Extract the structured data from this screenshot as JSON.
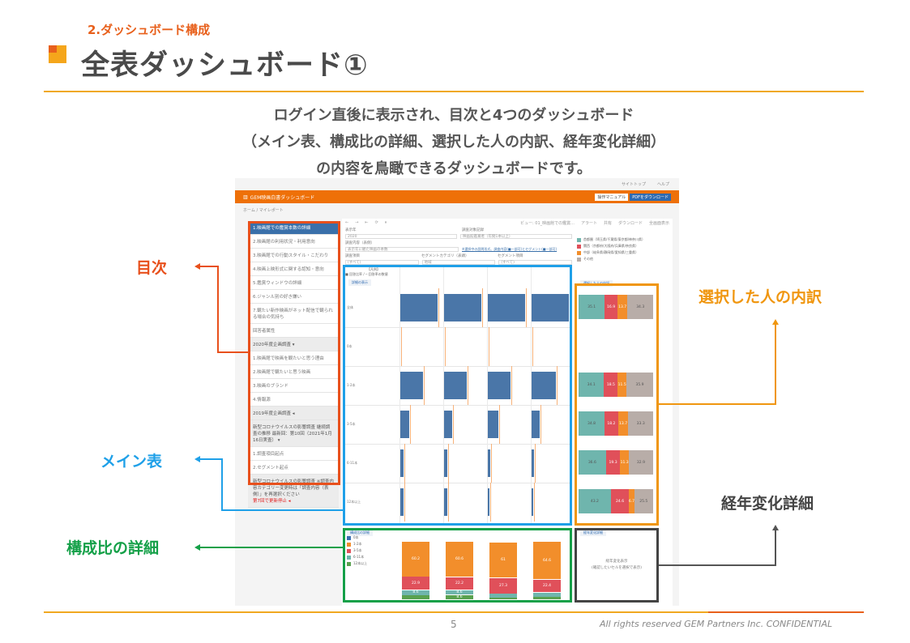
{
  "slide": {
    "section": "2.ダッシュボード構成",
    "title": "全表ダッシュボード①",
    "description": [
      "ログイン直後に表示され、目次と4つのダッシュボード",
      "（メイン表、構成比の詳細、選択した人の内訳、経年変化詳細）",
      "の内容を鳥瞰できるダッシュボードです。"
    ],
    "page_number": "5",
    "copyright": "All rights reserved GEM Partners Inc. CONFIDENTIAL",
    "colors": {
      "accent_orange": "#e8601c",
      "accent_yellow": "#f0a820"
    }
  },
  "annotations": {
    "toc": {
      "label": "目次",
      "color": "#e8501c"
    },
    "main_table": {
      "label": "メイン表",
      "color": "#1fa0e8"
    },
    "composition": {
      "label": "構成比の詳細",
      "color": "#14a048"
    },
    "selected_breakdown": {
      "label": "選択した人の内訳",
      "color": "#f0960f"
    },
    "yearly_change": {
      "label": "経年変化詳細",
      "color": "#444444"
    }
  },
  "app": {
    "top_links": [
      "サイトトップ",
      "ヘルプ"
    ],
    "title": "GEM映画白書ダッシュボード",
    "manual_button": "操作マニュアル",
    "pdf_button": "PDFをダウンロード",
    "breadcrumb": "ホーム / マイレポート",
    "toolbar": {
      "view": "ビュー: 01_映画館での鑑賞...",
      "alert": "アラート",
      "share": "共有",
      "download": "ダウンロード",
      "fullscreen": "全画面表示"
    },
    "filters": {
      "display_year_label": "表示年",
      "display_year": "2020",
      "target_label": "調査対象記録",
      "target": "映画館鑑賞者（年間1本以上）",
      "content_label": "調査内容（表側）",
      "content": "表示年に観た映画の本数",
      "note": "※選択中の設問形式、調査内容(■一部可)とセグメント(■一部可)",
      "item_label": "調査項目",
      "item": "(すべて)",
      "segment_cat_label": "セグメントカテゴリ（表頭）",
      "segment_cat": "地域",
      "segment_item_label": "セグメント項目",
      "segment_item": "(すべて)"
    },
    "legend": [
      {
        "label": "首都圏（埼玉県/千葉県/東京都/神奈川県）",
        "color": "#6fb5ad"
      },
      {
        "label": "関西（京都府/大阪府/兵庫県/奈良県）",
        "color": "#e0505a"
      },
      {
        "label": "中部（岐阜県/静岡県/愛知県/三重県）",
        "color": "#f28e2b"
      },
      {
        "label": "その他",
        "color": "#b8ada8"
      }
    ],
    "toc_items": [
      {
        "label": "1.映画館での鑑賞本数の詳細",
        "type": "active"
      },
      {
        "label": "2.映画館の利用状況・利用意向",
        "type": "item"
      },
      {
        "label": "3.映画館での行動スタイル・こだわり",
        "type": "item"
      },
      {
        "label": "4.映画上映形式に関する認知・意向",
        "type": "item"
      },
      {
        "label": "5.鑑賞ウィンドウの詳細",
        "type": "item"
      },
      {
        "label": "6.ジャンル別の好き嫌い",
        "type": "item"
      },
      {
        "label": "7.観たい新作映画がネット配信で観られる場合の気持ち",
        "type": "item"
      },
      {
        "label": "回答者属性",
        "type": "item"
      },
      {
        "label": "2020年度企画調査 ▾",
        "type": "group"
      },
      {
        "label": "1.映画館で映画を観たいと思う理由",
        "type": "item"
      },
      {
        "label": "2.映画館で観たいと思う映画",
        "type": "item"
      },
      {
        "label": "3.映画のブランド",
        "type": "item"
      },
      {
        "label": "4.情報源",
        "type": "item"
      },
      {
        "label": "2019年度企画調査 ◂",
        "type": "group"
      },
      {
        "label": "新型コロナウイルスの影響調査 継続調査の推移 最新回：第10回（2021年1月16日実査） ▾",
        "type": "group"
      },
      {
        "label": "1.調査項目起点",
        "type": "item"
      },
      {
        "label": "2.セグメント起点",
        "type": "item"
      },
      {
        "label": "新型コロナウイルスの影響調査 ※調査内容カテゴリー変更時は「調査内容（表側）」を再選択ください",
        "type": "group",
        "red": "第7回で更新停止 ◂"
      }
    ],
    "main_table": {
      "legend_title": "【凡例】",
      "legend_text": "■ 回答比率 / ─ 回答率の数値",
      "detail_tab": "詳細の表示",
      "rows": [
        "全体",
        "0本",
        "1-2本",
        "3-5本",
        "6-11本",
        "12本以上"
      ],
      "columns": [
        "首都圏（埼玉県/千葉県/東京都/神奈川県）",
        "関西（京都府/大阪府/兵庫県/奈良県）",
        "中部（岐阜県/静岡県/愛知県/三重県）",
        "その他"
      ],
      "values": [
        [
          100.0,
          100.0,
          100.0,
          100.0
        ],
        [
          0.0,
          0.0,
          0.0,
          0.0
        ],
        [
          60.2,
          60.6,
          61.0,
          64.6
        ],
        [
          22.9,
          22.2,
          27.3,
          22.4
        ],
        [
          8.6,
          8.6,
          7.0,
          7.6
        ],
        [
          8.3,
          8.6,
          3.6,
          5.4
        ]
      ]
    },
    "breakdown": {
      "tab": "選択した人の内訳",
      "rows": [
        {
          "row": "全体",
          "values": [
            35.1,
            16.9,
            13.7,
            34.3
          ]
        },
        {
          "row": "0本",
          "values": null
        },
        {
          "row": "1-2本",
          "values": [
            34.1,
            18.5,
            11.5,
            35.9
          ]
        },
        {
          "row": "3-5本",
          "values": [
            34.8,
            18.2,
            13.7,
            33.3
          ]
        },
        {
          "row": "6-11本",
          "values": [
            36.6,
            19.3,
            11.3,
            32.9
          ]
        },
        {
          "row": "12本以上",
          "values": [
            43.2,
            24.6,
            6.7,
            25.5
          ]
        }
      ]
    },
    "composition": {
      "tab": "構成比の詳細",
      "legend": [
        {
          "label": "0本",
          "color": "#3a6fb0"
        },
        {
          "label": "1-2本",
          "color": "#f28e2b"
        },
        {
          "label": "3-5本",
          "color": "#e0505a"
        },
        {
          "label": "6-11本",
          "color": "#6fb5ad"
        },
        {
          "label": "12本以上",
          "color": "#59a14f"
        }
      ],
      "columns": [
        {
          "values": [
            0,
            60.2,
            22.9,
            8.6,
            8.3
          ]
        },
        {
          "values": [
            0,
            60.6,
            22.2,
            8.6,
            8.6
          ]
        },
        {
          "values": [
            0,
            61.0,
            27.3,
            7.0,
            3.6
          ]
        },
        {
          "values": [
            0,
            64.6,
            22.4,
            7.6,
            5.4
          ]
        }
      ]
    },
    "yearly": {
      "tab": "経年変化詳細",
      "title": "経年変化表示",
      "hint": "(確認したいセルを選択で表示)"
    }
  }
}
